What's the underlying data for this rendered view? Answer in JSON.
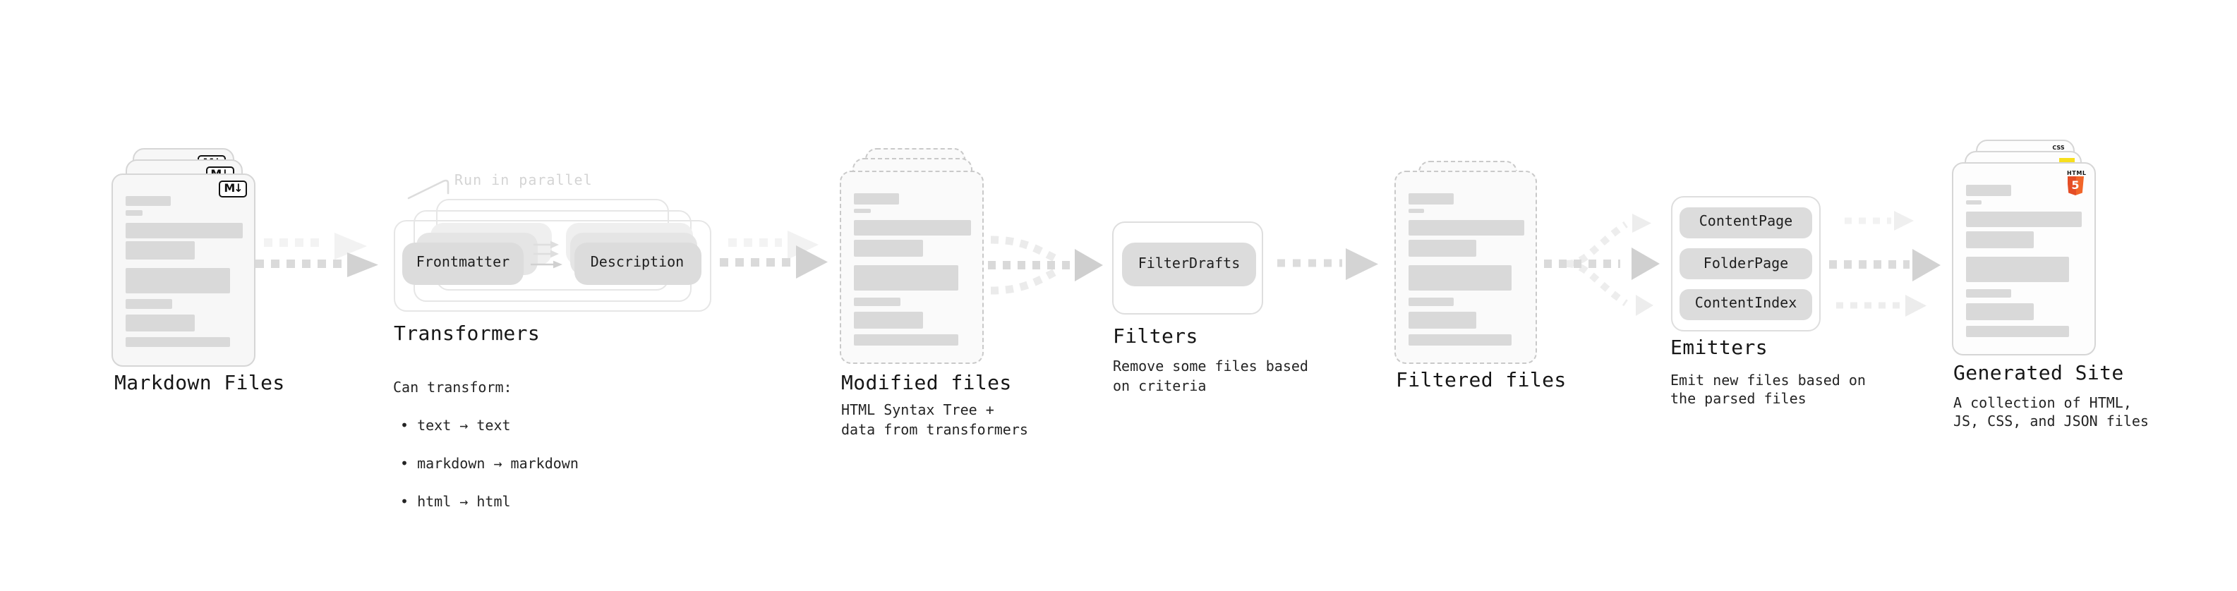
{
  "diagram": {
    "markdown_files": {
      "title": "Markdown Files",
      "badge": "M↓"
    },
    "transformers": {
      "title": "Transformers",
      "note": "Run in parallel",
      "pill_frontmatter": "Frontmatter",
      "pill_description": "Description",
      "list_heading": "Can transform:",
      "items": [
        "• text → text",
        "• markdown → markdown",
        "• html → html"
      ]
    },
    "modified_files": {
      "title": "Modified files",
      "subtitle": "HTML Syntax Tree +\ndata from transformers"
    },
    "filters": {
      "title": "Filters",
      "pill": "FilterDrafts",
      "subtitle": "Remove some files based\non criteria"
    },
    "filtered_files": {
      "title": "Filtered files"
    },
    "emitters": {
      "title": "Emitters",
      "pills": [
        "ContentPage",
        "FolderPage",
        "ContentIndex"
      ],
      "subtitle": "Emit new files based on\nthe parsed files"
    },
    "generated_site": {
      "title": "Generated Site",
      "subtitle": "A collection of HTML,\nJS, CSS, and JSON files",
      "html_badge": {
        "word": "HTML",
        "number": "5"
      },
      "css_badge_word": "CSS"
    }
  },
  "colors": {
    "html5_orange": "#e44d26",
    "html5_orange_light": "#f16529",
    "js_yellow": "#f7df1e",
    "css_blue": "#2965f1",
    "skeleton_gray": "#d9d9d9",
    "pill_gray": "#dcdcdc",
    "arrow_gray": "#d2d2d2",
    "muted_label_gray": "#d4d4d4"
  }
}
